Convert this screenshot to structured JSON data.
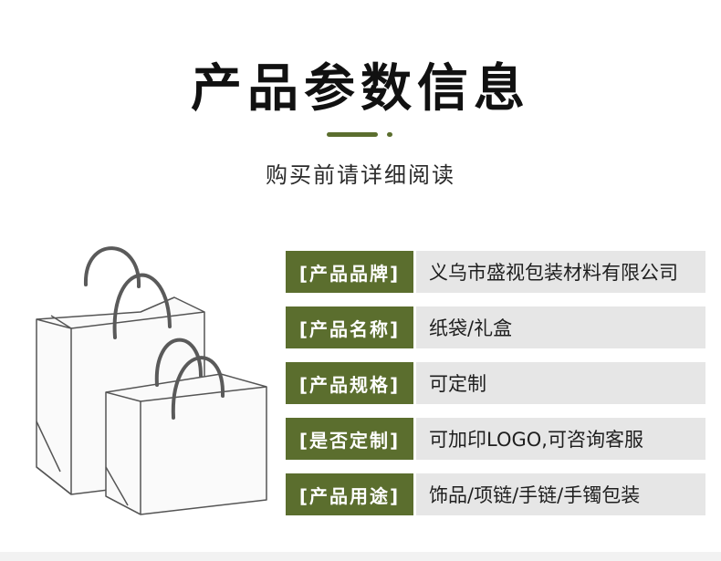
{
  "header": {
    "title": "产品参数信息",
    "subtitle": "购买前请详细阅读"
  },
  "colors": {
    "accent": "#5b6e2e",
    "value_bg": "#e6e6e6"
  },
  "params": [
    {
      "label": "[产品品牌]",
      "value": "义乌市盛视包装材料有限公司"
    },
    {
      "label": "[产品名称]",
      "value": "纸袋/礼盒"
    },
    {
      "label": "[产品规格]",
      "value": "可定制"
    },
    {
      "label": "[是否定制]",
      "value": "可加印LOGO,可咨询客服"
    },
    {
      "label": "[产品用途]",
      "value": "饰品/项链/手链/手镯包装"
    }
  ]
}
